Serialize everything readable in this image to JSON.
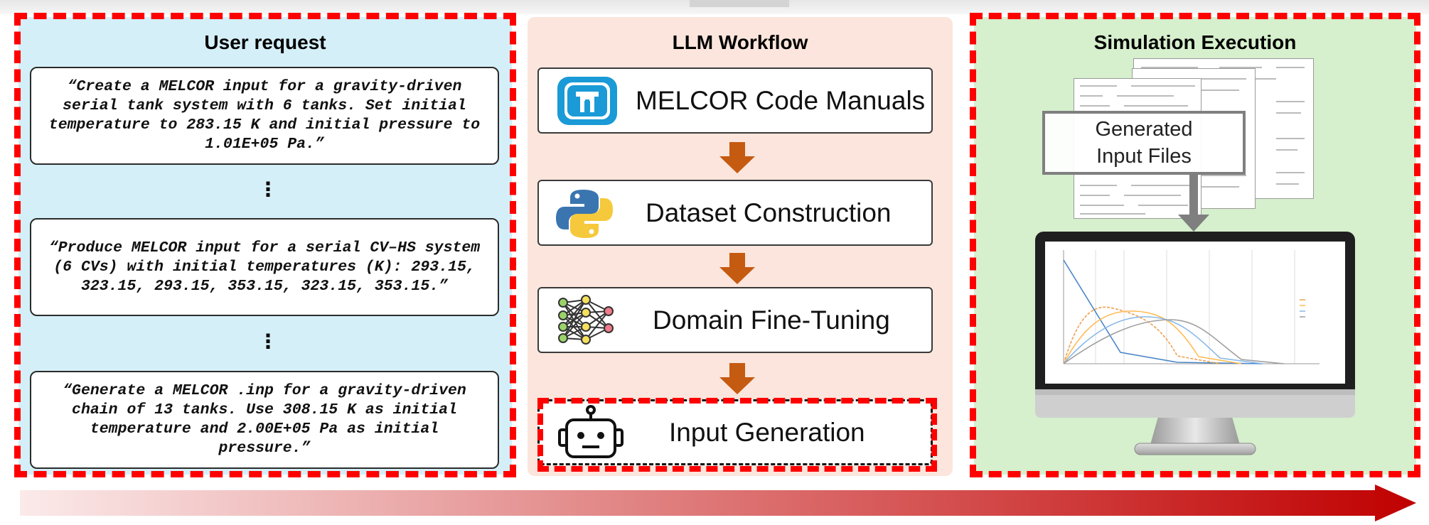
{
  "panels": {
    "user_request": {
      "title": "User request",
      "requests": [
        "“Create a MELCOR input for a gravity-driven serial tank system with 6 tanks. Set initial temperature to 283.15 K and initial pressure to 1.01E+05 Pa.”",
        "“Produce MELCOR input for a serial CV–HS system (6 CVs) with initial temperatures (K): 293.15, 323.15, 293.15, 353.15, 323.15, 353.15.”",
        "“Generate a MELCOR .inp for a gravity-driven chain of 13 tanks. Use 308.15 K as initial temperature and 2.00E+05 Pa as initial pressure.”"
      ],
      "ellipsis": "⋮"
    },
    "llm_workflow": {
      "title": "LLM Workflow",
      "steps": [
        {
          "label": "MELCOR Code Manuals",
          "icon": "sandia-logo-icon"
        },
        {
          "label": "Dataset Construction",
          "icon": "python-logo-icon"
        },
        {
          "label": "Domain Fine-Tuning",
          "icon": "neural-network-icon"
        },
        {
          "label": "Input Generation",
          "icon": "robot-icon"
        }
      ]
    },
    "simulation_execution": {
      "title": "Simulation Execution",
      "generated_label_line1": "Generated",
      "generated_label_line2": "Input Files",
      "monitor_icon": "computer-monitor-icon"
    }
  },
  "colors": {
    "user_bg": "#d4eff8",
    "workflow_bg": "#fbe5dc",
    "sim_bg": "#d6efcd",
    "dash_red": "#ff0000",
    "arrow_orange": "#c55a11",
    "gradient_start": "#fbeaea",
    "gradient_end": "#c00000"
  }
}
